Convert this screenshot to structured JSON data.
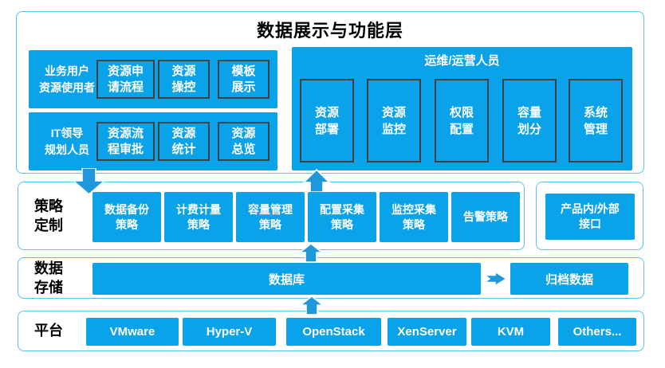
{
  "colors": {
    "primary": "#0aa2e9",
    "arrow": "#1e98da",
    "panel_border": "#5bc2ef",
    "box_border": "#404040",
    "text_dark": "#000000",
    "text_light": "#ffffff"
  },
  "title": "数据展示与功能层",
  "top_section": {
    "user_block": {
      "label": "业务用户\n资源使用者",
      "items": [
        "资源申\n请流程",
        "资源\n操控",
        "模板\n展示"
      ]
    },
    "it_block": {
      "label": "IT领导\n规划人员",
      "items": [
        "资源流\n程审批",
        "资源\n统计",
        "资源\n总览"
      ]
    },
    "ops_block": {
      "label": "运维/运营人员",
      "items": [
        "资源\n部署",
        "资源\n监控",
        "权限\n配置",
        "容量\n划分",
        "系统\n管理"
      ]
    }
  },
  "policy_section": {
    "label": "策略\n定制",
    "items": [
      "数据备份\n策略",
      "计费计量\n策略",
      "容量管理\n策略",
      "配置采集\n策略",
      "监控采集\n策略",
      "告警策略"
    ]
  },
  "interface_section": {
    "label": "产品内/外部\n接口"
  },
  "storage_section": {
    "label": "数据\n存储",
    "database_label": "数据库",
    "archive_label": "归档数据"
  },
  "platform_section": {
    "label": "平台",
    "items": [
      "VMware",
      "Hyper-V",
      "OpenStack",
      "XenServer",
      "KVM",
      "Others..."
    ]
  }
}
